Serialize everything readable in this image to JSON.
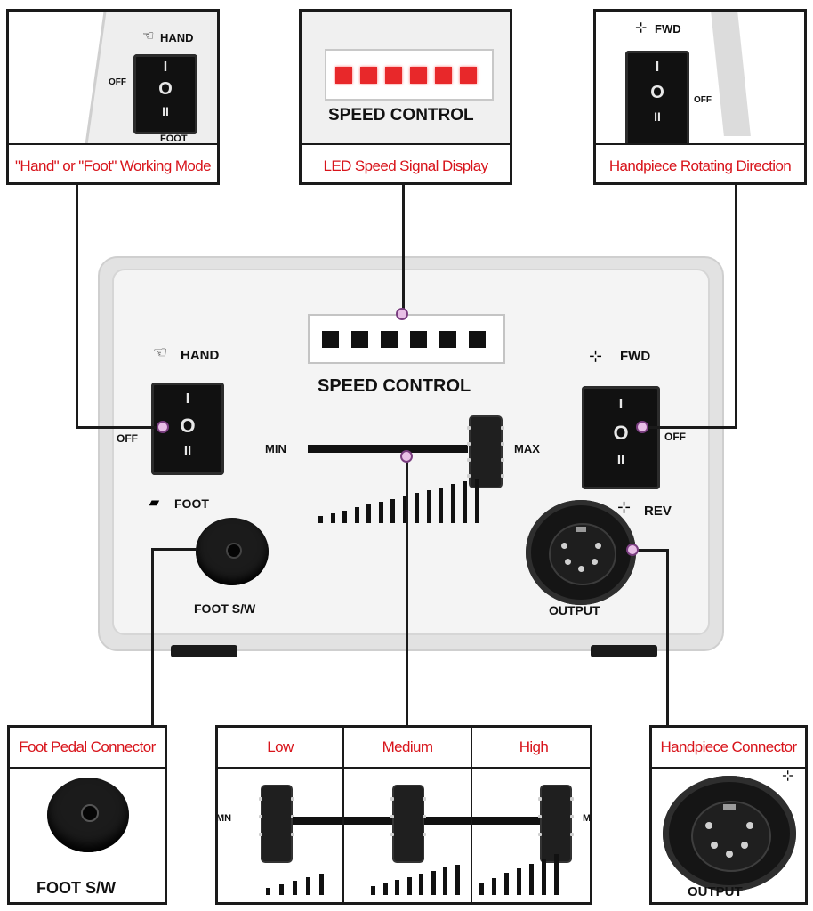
{
  "callouts": {
    "mode": "\"Hand\" or \"Foot\" Working Mode",
    "led": "LED  Speed  Signal  Display",
    "direction": "Handpiece Rotating Direction",
    "foot_pedal": "Foot  Pedal Connector",
    "handpiece": "Handpiece Connector"
  },
  "speed_levels": [
    "Low",
    "Medium",
    "High"
  ],
  "panel": {
    "hand": "HAND",
    "foot": "FOOT",
    "off": "OFF",
    "speed_control": "SPEED CONTROL",
    "min": "MIN",
    "max": "MAX",
    "fwd": "FWD",
    "rev": "REV",
    "foot_sw": "FOOT S/W",
    "output": "OUTPUT"
  },
  "zoom": {
    "hand": "HAND",
    "foot": "FOOT",
    "off": "OFF",
    "speed_control": "SPEED CONTROL",
    "fwd": "FWD",
    "off_right": "OFF",
    "foot_sw": "FOOT S/W",
    "output": "OUTPUT",
    "mn": "MN",
    "m": "M"
  },
  "switch_symbols": {
    "on": "I",
    "off": "O",
    "on2": "II"
  },
  "colors": {
    "caption_red": "#d8141b",
    "led_on": "#e8282a",
    "panel_bg": "#f1f1f1",
    "marker": "#e8bfe6"
  },
  "led_display": {
    "lit_count": 6,
    "total": 6
  }
}
